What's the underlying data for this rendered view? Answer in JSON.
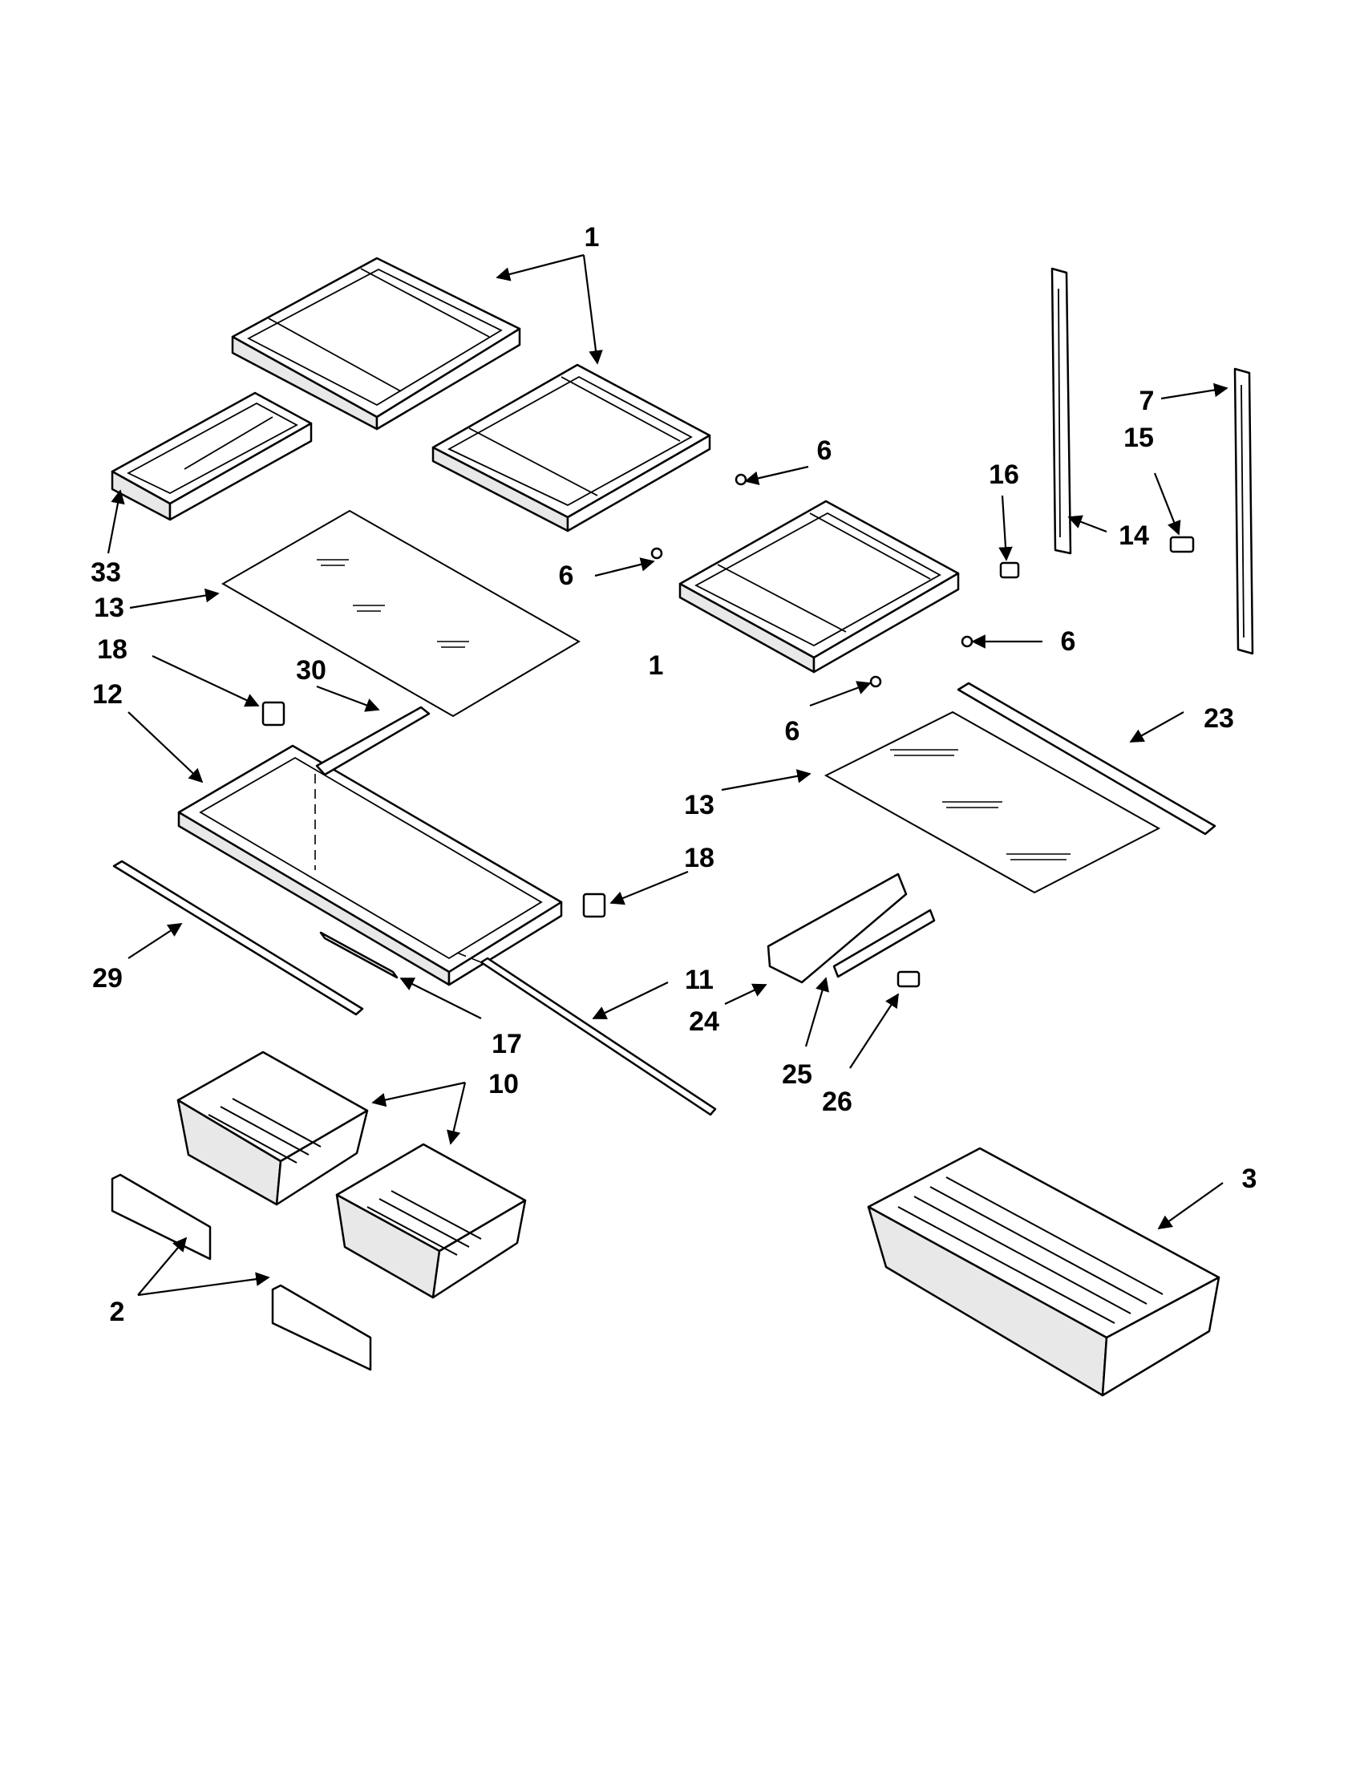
{
  "callouts": [
    {
      "id": "c1a",
      "text": "1"
    },
    {
      "id": "c1b",
      "text": "1"
    },
    {
      "id": "c33",
      "text": "33"
    },
    {
      "id": "c13a",
      "text": "13"
    },
    {
      "id": "c6a",
      "text": "6"
    },
    {
      "id": "c6b",
      "text": "6"
    },
    {
      "id": "c6c",
      "text": "6"
    },
    {
      "id": "c6d",
      "text": "6"
    },
    {
      "id": "c16",
      "text": "16"
    },
    {
      "id": "c7",
      "text": "7"
    },
    {
      "id": "c15",
      "text": "15"
    },
    {
      "id": "c14",
      "text": "14"
    },
    {
      "id": "c18a",
      "text": "18"
    },
    {
      "id": "c30",
      "text": "30"
    },
    {
      "id": "c12",
      "text": "12"
    },
    {
      "id": "c23",
      "text": "23"
    },
    {
      "id": "c13b",
      "text": "13"
    },
    {
      "id": "c18b",
      "text": "18"
    },
    {
      "id": "c29",
      "text": "29"
    },
    {
      "id": "c11",
      "text": "11"
    },
    {
      "id": "c24",
      "text": "24"
    },
    {
      "id": "c17",
      "text": "17"
    },
    {
      "id": "c25",
      "text": "25"
    },
    {
      "id": "c26",
      "text": "26"
    },
    {
      "id": "c10",
      "text": "10"
    },
    {
      "id": "c3",
      "text": "3"
    },
    {
      "id": "c2",
      "text": "2"
    }
  ],
  "parts": [
    "shelf",
    "shelf",
    "shelf",
    "shelf",
    "glass-shelf",
    "glass-shelf",
    "shelf-rail",
    "shelf-rail",
    "screw",
    "screw",
    "slide-frame",
    "slide-rail",
    "trim-strip",
    "trim-strip",
    "rod",
    "bracket",
    "cover",
    "cover",
    "crisper-drawer",
    "crisper-drawer",
    "drawer-front",
    "drawer-front",
    "pantry-drawer"
  ]
}
